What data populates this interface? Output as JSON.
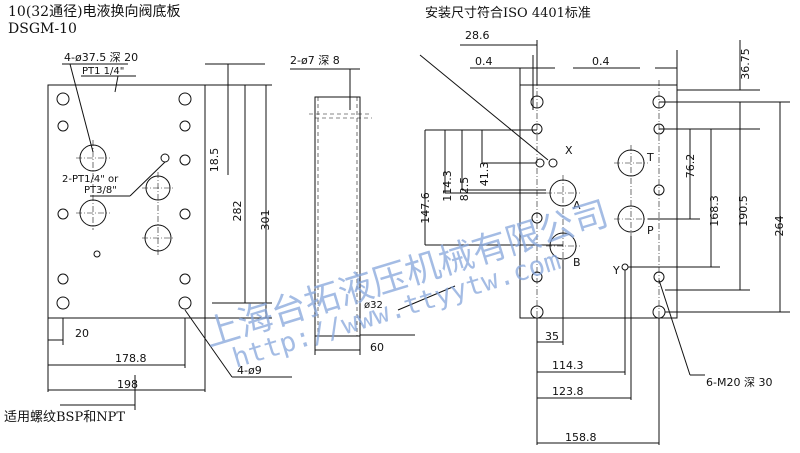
{
  "title_line1": "10(32通径)电液换向阀底板",
  "title_line2": "DSGM-10",
  "standard": "安装尺寸符合ISO 4401标准",
  "footer": "适用螺纹BSP和NPT",
  "left_view": {
    "bolt_holes": "4-ø37.5 深 20",
    "pt_top": "PT1 1/4\"",
    "pt_side": "2-PT1/4\" or",
    "pt_side2": "PT3/8\"",
    "dim_18_5": "18.5",
    "dim_282": "282",
    "dim_301": "301",
    "dim_20": "20",
    "dim_178_8": "178.8",
    "dim_198": "198",
    "mount_holes": "4-ø9"
  },
  "side_view": {
    "holes": "2-ø7 深 8",
    "dim_32": "ø32",
    "dim_60": "60"
  },
  "right_view": {
    "dim_28_6": "28.6",
    "dim_0_4a": "0.4",
    "dim_0_4b": "0.4",
    "dim_36_75": "36.75",
    "dim_41_3": "41.3",
    "dim_82_5": "82.5",
    "dim_114_3v": "114.3",
    "dim_147_6": "147.6",
    "dim_76_2": "76.2",
    "dim_168_3": "168.3",
    "dim_190_5": "190.5",
    "dim_264": "264",
    "dim_35": "35",
    "dim_114_3h": "114.3",
    "dim_123_8": "123.8",
    "dim_158_8": "158.8",
    "screw_holes": "6-M20 深 30",
    "port_x": "X",
    "port_t": "T",
    "port_a": "A",
    "port_p": "P",
    "port_b": "B",
    "port_y": "Y"
  },
  "watermark_cn": "上海台拓液压机械有限公司",
  "watermark_url": "http://www.ttyytw.com"
}
